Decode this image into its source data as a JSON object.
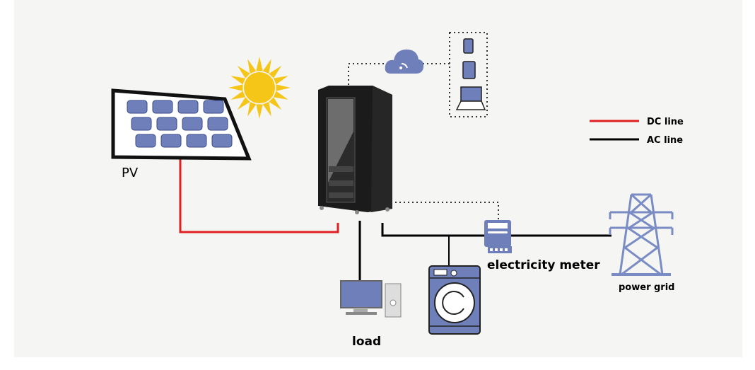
{
  "labels": {
    "pv": "PV",
    "load": "load",
    "meter": "electricity meter",
    "grid": "power grid"
  },
  "legend": [
    {
      "label": "DC line",
      "color": "#e02020"
    },
    {
      "label": "AC line",
      "color": "#000000"
    }
  ],
  "colors": {
    "icon_blue": "#6f7fba",
    "sun": "#f5c518",
    "dc": "#e02020",
    "ac": "#000000"
  }
}
